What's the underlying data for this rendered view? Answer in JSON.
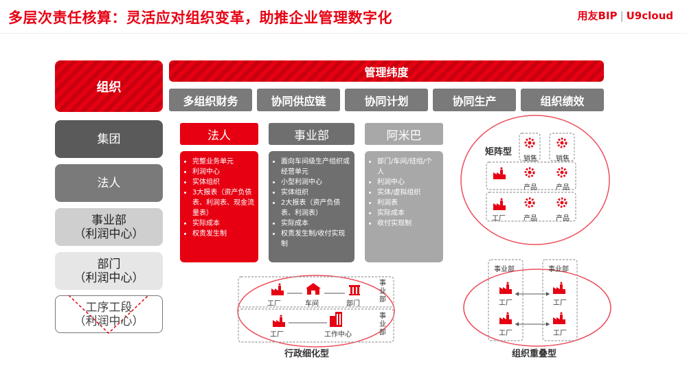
{
  "header": {
    "title": "多层次责任核算：灵活应对组织变革，助推企业管理数字化",
    "brand_bip": "用友BIP",
    "brand_sep": "|",
    "brand_cloud": "U9cloud"
  },
  "left": {
    "head": "组织",
    "levels": [
      {
        "line1": "集团",
        "line2": ""
      },
      {
        "line1": "法人",
        "line2": ""
      },
      {
        "line1": "事业部",
        "line2": "（利润中心）"
      },
      {
        "line1": "部门",
        "line2": "（利润中心）"
      },
      {
        "line1": "工序工段",
        "line2": "（利润中心）"
      }
    ]
  },
  "management": {
    "title": "管理纬度",
    "dimensions": [
      "多组织财务",
      "协同供应链",
      "协同计划",
      "协同生产",
      "组织绩效"
    ]
  },
  "models": [
    {
      "name": "法人",
      "items": [
        "完整业务单元",
        "利润中心",
        "实体组织",
        "3大报表（资产负债表、利润表、现金流量表）",
        "实际成本",
        "权责发生制"
      ]
    },
    {
      "name": "事业部",
      "items": [
        "面向车间级生产组织或经营单元",
        "小型利润中心",
        "实体组织",
        "2大报表（资产负债表、利润表）",
        "实际成本",
        "权责发生制/收付实现制"
      ]
    },
    {
      "name": "阿米巴",
      "items": [
        "部门/车间/班组/个人",
        "利润中心",
        "实体/虚拟组织",
        "利润表",
        "实际成本",
        "收付实现制"
      ]
    }
  ],
  "matrix": {
    "title": "矩阵型",
    "sales": "销售",
    "product": "产品",
    "factory": "工厂"
  },
  "admin": {
    "caption": "行政细化型",
    "row1": [
      "工厂",
      "车间",
      "部门"
    ],
    "row2": [
      "工厂",
      "工作中心"
    ],
    "division": "事业部"
  },
  "overlap": {
    "caption": "组织重叠型",
    "division": "事业部",
    "factory": "工厂"
  },
  "colors": {
    "accent": "#e60012",
    "dark_gray": "#6f6f6f",
    "light_gray": "#a8a8a8"
  }
}
